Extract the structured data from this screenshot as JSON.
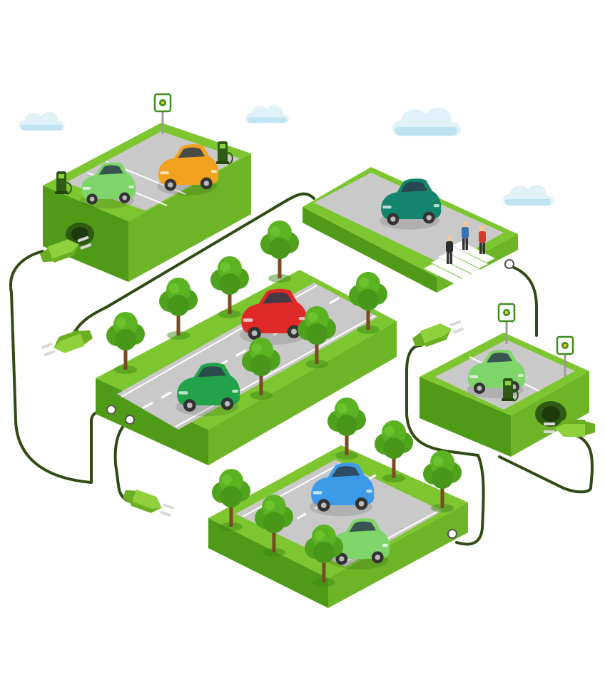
{
  "colors": {
    "background": "#ffffff",
    "grass_top": "#7dc630",
    "grass_light": "#8fd13d",
    "grass_side_left": "#4f9a16",
    "grass_side_right": "#6db526",
    "road": "#c9c9c9",
    "road_dark": "#b5b5b5",
    "lane_marking": "#ffffff",
    "cable": "#2f4a12",
    "plug": "#8fd13d",
    "plug_dark": "#6cae22",
    "tree_leaf": "#4fa21c",
    "tree_leaf_light": "#6cc22d",
    "tree_trunk": "#7a4a24",
    "cloud": "#dff1f9",
    "cloud_shade": "#bfe3f1",
    "car_orange": "#f2a21e",
    "car_green_light": "#7fd46a",
    "car_teal": "#14856d",
    "car_red": "#e02a2a",
    "car_green": "#22a34a",
    "car_blue": "#3c9be8",
    "charger": "#2e5a14",
    "sign": "#ffffff",
    "sign_border": "#3f8f1c"
  },
  "scene": {
    "platforms": [
      "top-left-parking-charging",
      "top-right-crosswalk-street",
      "center-tree-lined-road",
      "right-parking-charging",
      "bottom-tree-lined-road"
    ],
    "cars": [
      "orange-sedan",
      "light-green-ev",
      "teal-sedan",
      "red-sedan",
      "green-sedan",
      "light-green-ev",
      "blue-sedan",
      "light-green-ev"
    ],
    "icons": [
      "electric-plug-icon",
      "charging-station-icon",
      "ev-sign-icon",
      "cloud-icon",
      "tree-icon",
      "pedestrian-icon"
    ]
  }
}
